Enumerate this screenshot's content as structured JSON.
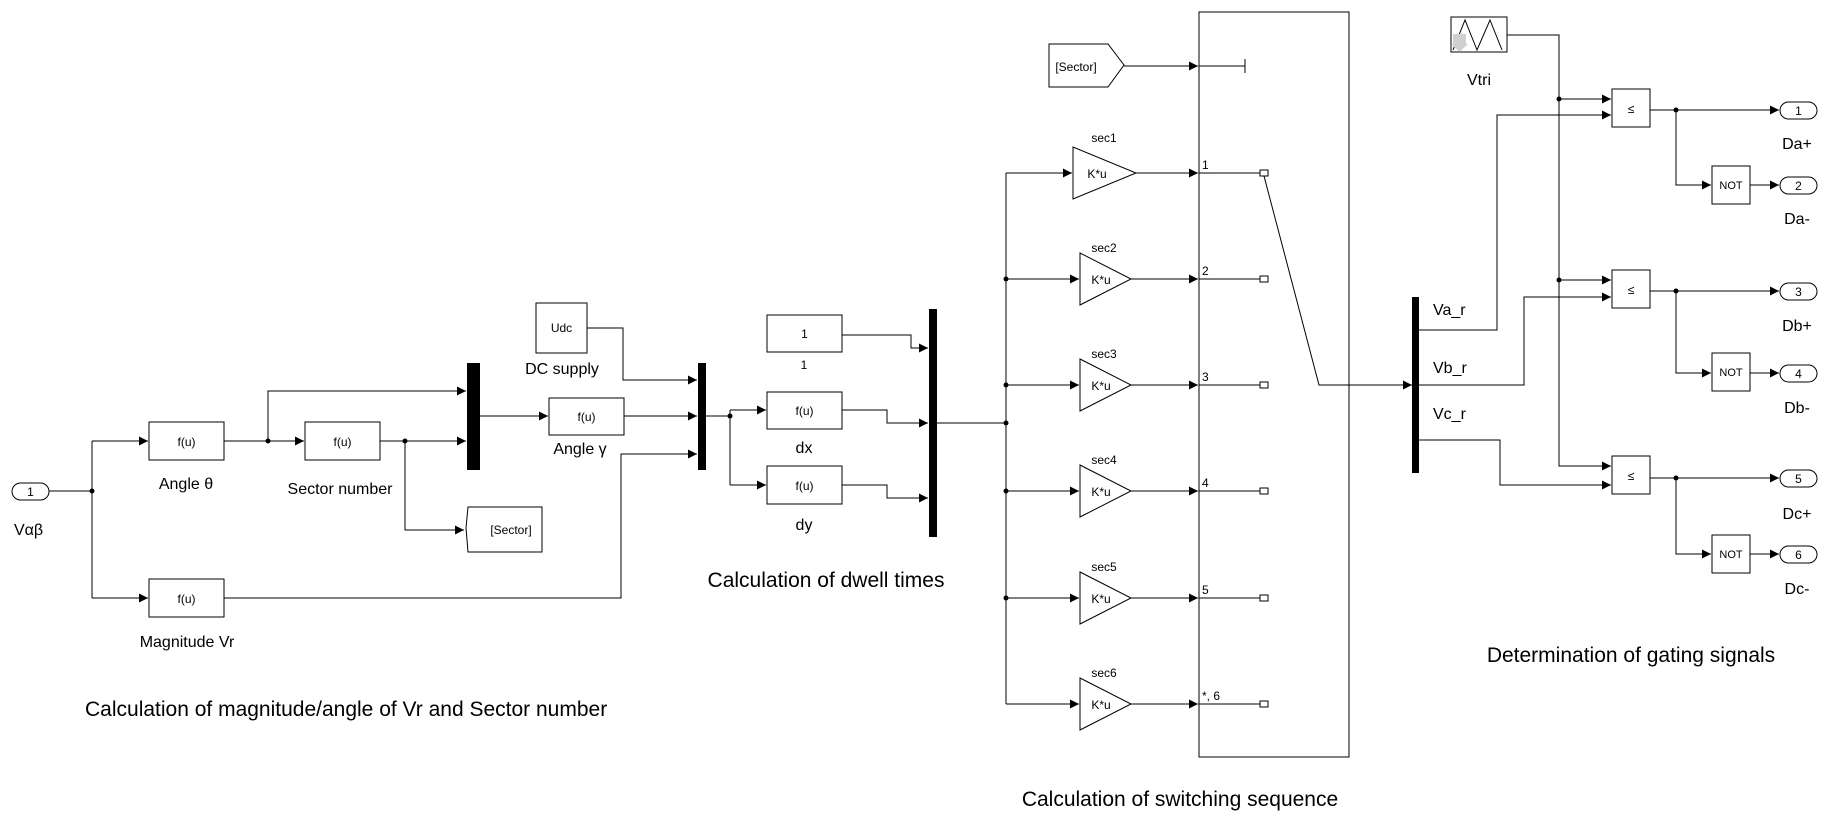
{
  "inport": {
    "number": "1",
    "label": "Vαβ"
  },
  "blocks": {
    "fu": "f(u)",
    "angle_theta": "Angle θ",
    "sector_number": "Sector number",
    "magnitude_vr": "Magnitude Vr",
    "udc": "Udc",
    "dc_supply": "DC supply",
    "angle_gamma": "Angle γ",
    "sector_tag": "[Sector]",
    "const_value": "1",
    "const_label": "1",
    "dx": "dx",
    "dy": "dy",
    "vtri": "Vtri",
    "gain": "K*u",
    "leq": "≤",
    "not": "NOT"
  },
  "gains": [
    "sec1",
    "sec2",
    "sec3",
    "sec4",
    "sec5",
    "sec6"
  ],
  "switch_ports": [
    "1",
    "2",
    "3",
    "4",
    "5",
    "*, 6"
  ],
  "demux_outputs": [
    "Va_r",
    "Vb_r",
    "Vc_r"
  ],
  "outports": [
    {
      "number": "1",
      "label": "Da+"
    },
    {
      "number": "2",
      "label": "Da-"
    },
    {
      "number": "3",
      "label": "Db+"
    },
    {
      "number": "4",
      "label": "Db-"
    },
    {
      "number": "5",
      "label": "Dc+"
    },
    {
      "number": "6",
      "label": "Dc-"
    }
  ],
  "section_titles": {
    "magnitude_angle": "Calculation of magnitude/angle of Vr and Sector number",
    "dwell_times": "Calculation of dwell times",
    "switching_sequence": "Calculation of switching sequence",
    "gating_signals": "Determination of gating signals"
  }
}
